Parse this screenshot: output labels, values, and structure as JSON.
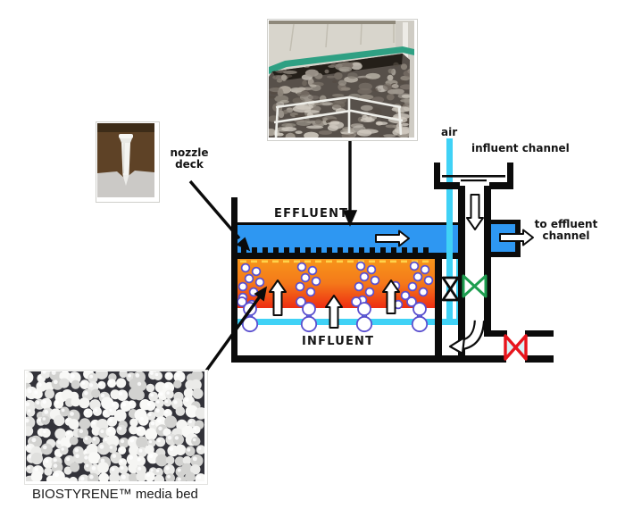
{
  "diagram": {
    "labels": {
      "effluent": "EFFLUENT",
      "influent": "INFLUENT",
      "nozzle_deck": "nozzle deck",
      "air": "air",
      "influent_channel": "influent channel",
      "to_effluent_channel": "to effluent channel"
    },
    "caption": "BIOSTYRENE™ media bed",
    "photos": {
      "aeration_tank": "aeration-tank-photo",
      "nozzle": "nozzle-photo",
      "media_beads": "biostyrene-media-photo"
    },
    "colors": {
      "effluent_blue": "#2E97F2",
      "media_orange_top": "#F89C1B",
      "media_red_bottom": "#EE2D12",
      "air_cyan": "#40D2F6",
      "deck_yellow": "#FFD24A",
      "bubble_outline": "#5A4FCF",
      "valve_green": "#1E9E50",
      "valve_red": "#E8141C",
      "line_black": "#0B0B0B"
    }
  }
}
